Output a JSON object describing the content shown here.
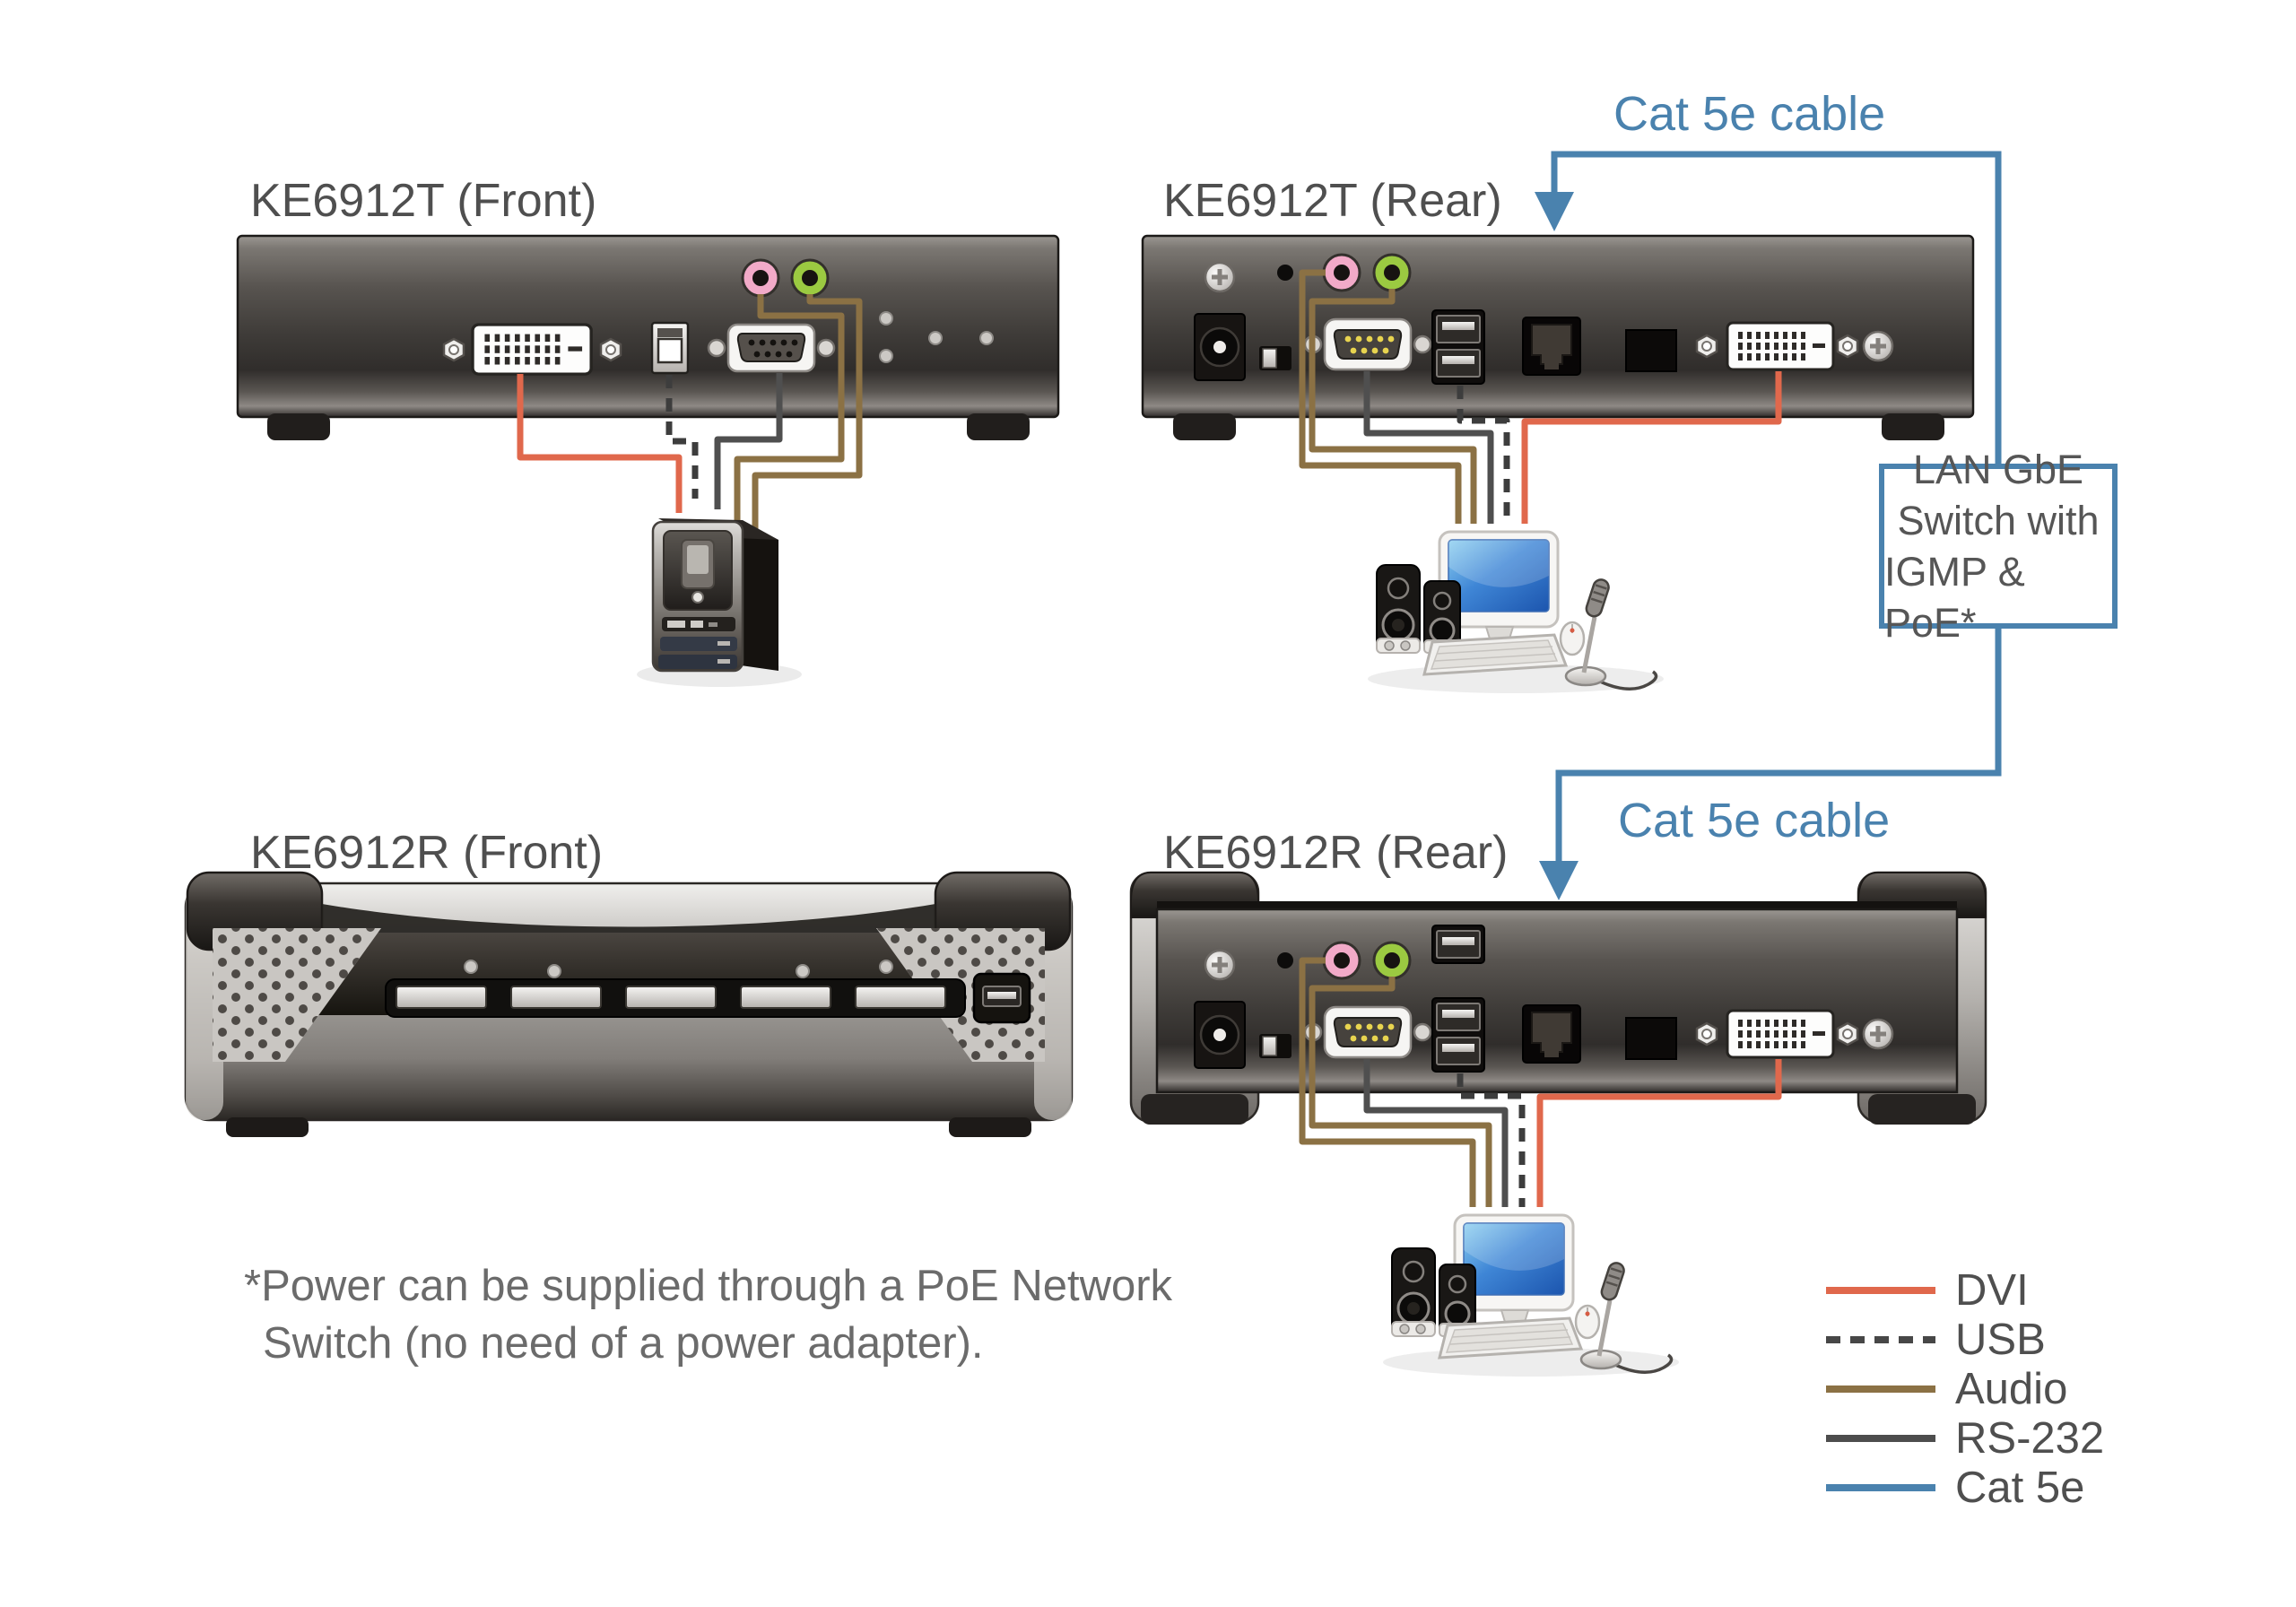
{
  "devices": {
    "t_front": {
      "title": "KE6912T (Front)"
    },
    "t_rear": {
      "title": "KE6912T (Rear)"
    },
    "r_front": {
      "title": "KE6912R (Front)"
    },
    "r_rear": {
      "title": "KE6912R (Rear)"
    }
  },
  "cables": {
    "cat5e_top_label": "Cat 5e cable",
    "cat5e_mid_label": "Cat 5e cable"
  },
  "lan_switch": {
    "line1": "LAN GbE",
    "line2": "Switch with",
    "line3": "IGMP & PoE*"
  },
  "footnote": {
    "line1": "*Power can be supplied through a PoE Network",
    "line2": "Switch (no need of a power adapter)."
  },
  "legend": {
    "items": [
      {
        "label": "DVI",
        "color": "#e0684c",
        "style": "solid"
      },
      {
        "label": "USB",
        "color": "#474747",
        "style": "dashed"
      },
      {
        "label": "Audio",
        "color": "#8b7144",
        "style": "solid"
      },
      {
        "label": "RS-232",
        "color": "#4d4d4d",
        "style": "solid"
      },
      {
        "label": "Cat 5e",
        "color": "#4a82ae",
        "style": "solid"
      }
    ]
  },
  "colors": {
    "dvi": "#e0684c",
    "usb": "#474747",
    "audio": "#8b7144",
    "rs232": "#4d4d4d",
    "cat5e": "#4a82ae",
    "title_text": "#4f4f4f",
    "footnote_text": "#6b6b6b",
    "lan_border": "#4a82ae"
  }
}
